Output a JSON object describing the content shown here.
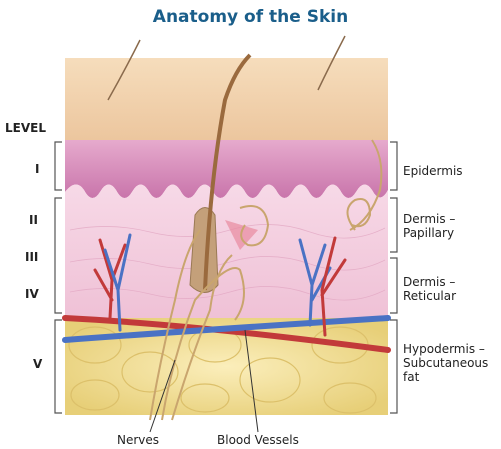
{
  "title": "Anatomy of the Skin",
  "levels": {
    "heading": "LEVEL",
    "items": [
      "I",
      "II",
      "III",
      "IV",
      "V"
    ]
  },
  "layers": [
    {
      "lines": [
        "Epidermis"
      ]
    },
    {
      "lines": [
        "Dermis –",
        "Papillary"
      ]
    },
    {
      "lines": [
        "Dermis –",
        "Reticular"
      ]
    },
    {
      "lines": [
        "Hypodermis –",
        "Subcutaneous",
        "fat"
      ]
    }
  ],
  "callouts": {
    "nerves": "Nerves",
    "blood_vessels": "Blood Vessels"
  },
  "colors": {
    "title": "#1a5e8a",
    "skin_surface": "#f2d2ab",
    "epidermis": "#d690bc",
    "dermis": "#f4cfe0",
    "hypodermis_fat": "#f0dc8a",
    "artery": "#c23a3a",
    "vein": "#4a72c4",
    "nerve": "#c9a56e",
    "hair": "#9a6a3e"
  }
}
